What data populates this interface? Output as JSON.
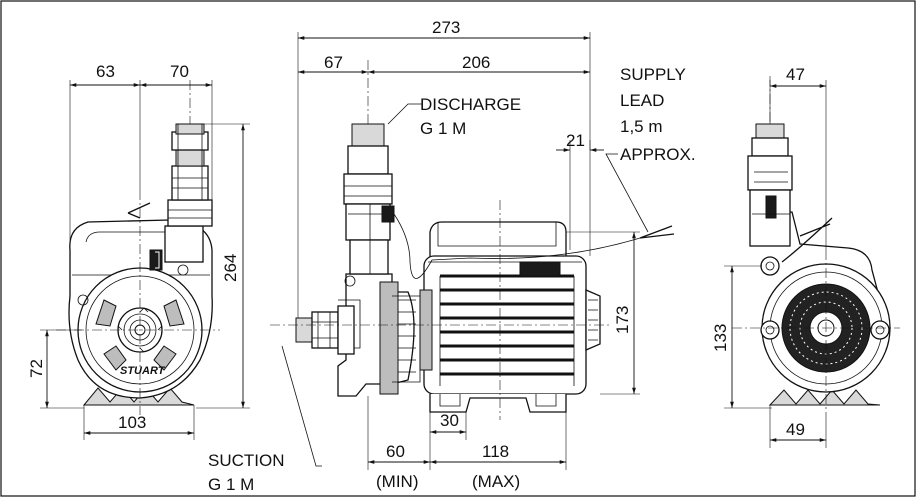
{
  "dimensions": {
    "front_width_left": "63",
    "front_width_right": "70",
    "front_height": "264",
    "front_axis_height": "72",
    "front_base": "103",
    "side_overall": "273",
    "side_left": "67",
    "side_right": "206",
    "side_lead_offset": "21",
    "side_motor_height": "173",
    "side_base_left": "30",
    "side_min": "60",
    "side_max": "118",
    "side_min_note": "(MIN)",
    "side_max_note": "(MAX)",
    "rear_top": "47",
    "rear_axis_height": "133",
    "rear_base": "49"
  },
  "labels": {
    "discharge_line1": "DISCHARGE",
    "discharge_line2": "G 1 M",
    "suction_line1": "SUCTION",
    "suction_line2": "G 1 M",
    "supply_line1": "SUPPLY",
    "supply_line2": "LEAD",
    "supply_line3": "1,5 m",
    "supply_line4": "APPROX.",
    "brand": "STUART"
  }
}
